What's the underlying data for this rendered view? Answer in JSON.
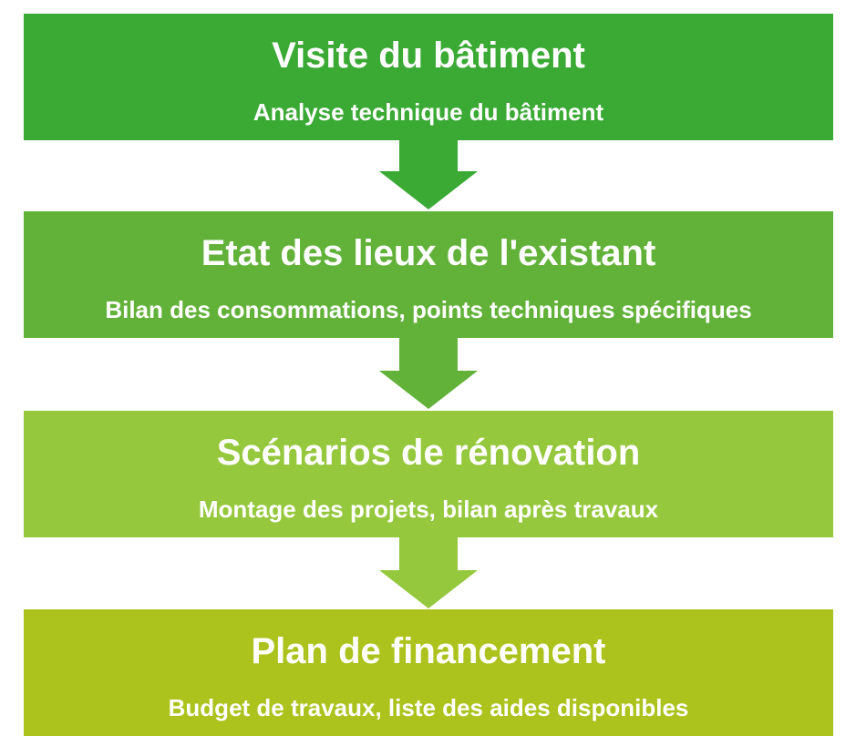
{
  "steps": [
    {
      "title": "Visite du bâtiment",
      "description": "Analyse technique du bâtiment",
      "color": "#3aaa35"
    },
    {
      "title": "Etat des lieux de l'existant",
      "description": "Bilan des consommations, points techniques spécifiques",
      "color": "#62b23a"
    },
    {
      "title": "Scénarios de rénovation",
      "description": "Montage des projets, bilan après travaux",
      "color": "#95c83d"
    },
    {
      "title": "Plan de financement",
      "description": "Budget de travaux, liste des aides disponibles",
      "color": "#abc31c"
    }
  ],
  "arrows": [
    {
      "icon": "down-arrow-icon",
      "color": "#3aaa35"
    },
    {
      "icon": "down-arrow-icon",
      "color": "#62b23a"
    },
    {
      "icon": "down-arrow-icon",
      "color": "#95c83d"
    }
  ]
}
